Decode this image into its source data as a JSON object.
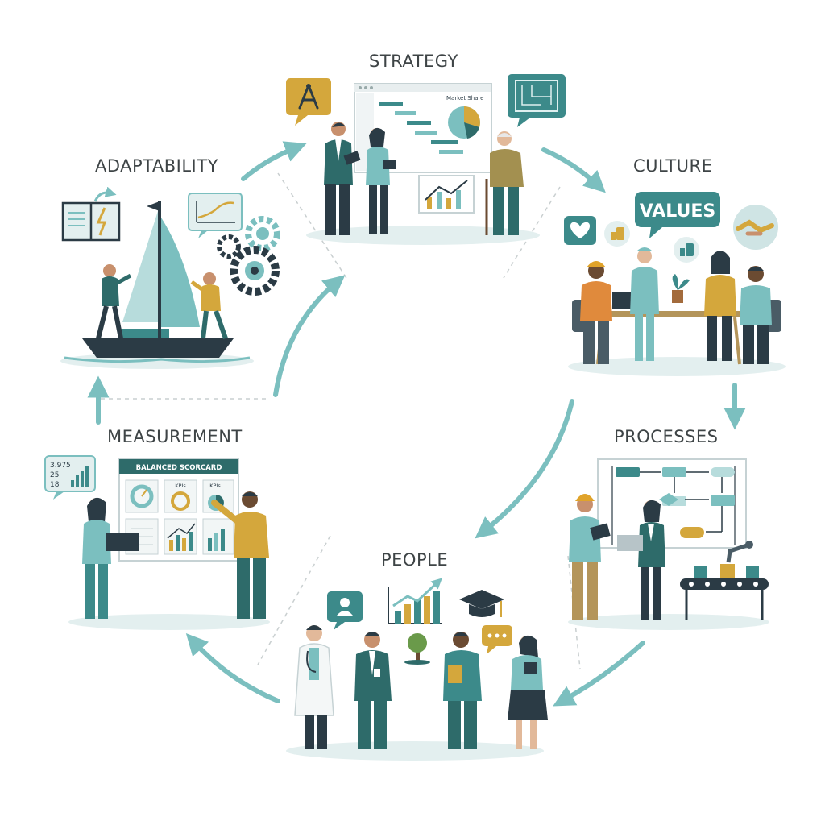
{
  "stages": {
    "strategy": {
      "title": "STRATEGY",
      "board_label": "Market Share"
    },
    "culture": {
      "title": "CULTURE",
      "banner": "VALUES"
    },
    "processes": {
      "title": "PROCESSES"
    },
    "people": {
      "title": "PEOPLE"
    },
    "measurement": {
      "title": "MEASUREMENT",
      "board_title": "BALANCED SCORCARD",
      "kpi_1": "KPIs",
      "kpi_2": "KPIs",
      "stat_1": "3.975",
      "stat_2": "25",
      "stat_3": "18"
    },
    "adaptability": {
      "title": "ADAPTABILITY"
    }
  },
  "colors": {
    "teal": "#7bbfbf",
    "dark_teal": "#2e6b6a",
    "navy": "#2b3b45",
    "mustard": "#d4a73c",
    "mint_ground": "#e3efef",
    "text": "#3e4446"
  }
}
